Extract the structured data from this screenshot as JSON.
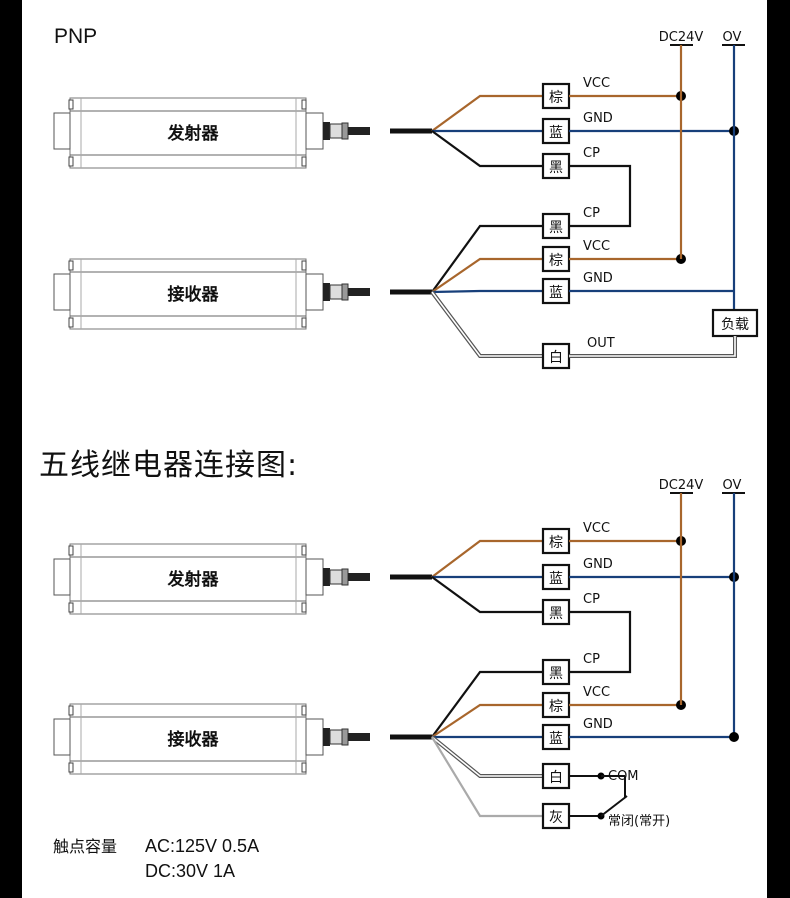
{
  "colors": {
    "brown": "#a8662c",
    "blue": "#173f7a",
    "black": "#111111",
    "white_wire": "#888888",
    "gray": "#aaaaaa"
  },
  "pnp": {
    "title": "PNP",
    "rails": {
      "positive": "DC24V",
      "negative": "OV"
    },
    "emitter": {
      "label": "发射器",
      "wires": [
        {
          "box": "棕",
          "signal": "VCC",
          "color": "brown"
        },
        {
          "box": "蓝",
          "signal": "GND",
          "color": "blue"
        },
        {
          "box": "黑",
          "signal": "CP",
          "color": "black"
        }
      ]
    },
    "receiver": {
      "label": "接收器",
      "wires": [
        {
          "box": "黑",
          "signal": "CP",
          "color": "black"
        },
        {
          "box": "棕",
          "signal": "VCC",
          "color": "brown"
        },
        {
          "box": "蓝",
          "signal": "GND",
          "color": "blue"
        },
        {
          "box": "白",
          "signal": "OUT",
          "color": "white_wire"
        }
      ]
    },
    "load": "负载"
  },
  "relay": {
    "title": "五线继电器连接图:",
    "rails": {
      "positive": "DC24V",
      "negative": "OV"
    },
    "emitter": {
      "label": "发射器",
      "wires": [
        {
          "box": "棕",
          "signal": "VCC",
          "color": "brown"
        },
        {
          "box": "蓝",
          "signal": "GND",
          "color": "blue"
        },
        {
          "box": "黑",
          "signal": "CP",
          "color": "black"
        }
      ]
    },
    "receiver": {
      "label": "接收器",
      "wires": [
        {
          "box": "黑",
          "signal": "CP",
          "color": "black"
        },
        {
          "box": "棕",
          "signal": "VCC",
          "color": "brown"
        },
        {
          "box": "蓝",
          "signal": "GND",
          "color": "blue"
        },
        {
          "box": "白",
          "signal": "COM",
          "color": "white_wire"
        },
        {
          "box": "灰",
          "signal": "常闭(常开)",
          "color": "gray"
        }
      ]
    },
    "contact_capacity": {
      "label": "触点容量",
      "ac": "AC:125V 0.5A",
      "dc": "DC:30V 1A"
    }
  }
}
